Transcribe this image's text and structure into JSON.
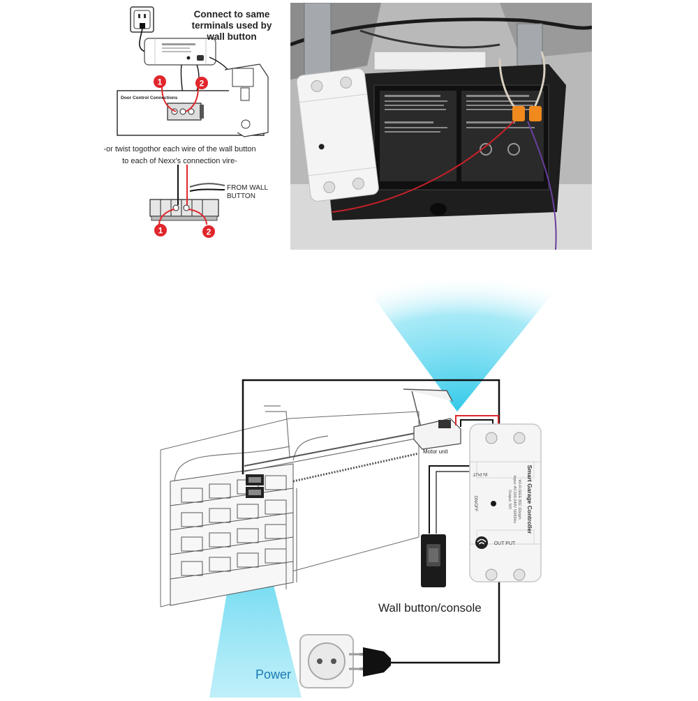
{
  "top_diagram": {
    "instruction_heading": "Connect to same terminals used by wall button",
    "instruction_lines": [
      "Connect to same",
      "terminals used by",
      "wall button"
    ],
    "alt_instruction_lines": [
      "-or twist togothor each wire of the wall button",
      "to each of Nexx's connection vire-"
    ],
    "from_wall_label_lines": [
      "FROM WALL",
      "BUTTON"
    ],
    "door_control_label": "Door Control Connections",
    "marker_1": "1",
    "marker_2": "2"
  },
  "device": {
    "title": "Smart Garage Controller",
    "input_label": "IN PUT",
    "output_label": "OUT PUT",
    "onoff_label": "ON/OFF",
    "spec_lines": [
      "Wi-Fi:IEEE 802.11b/g/n",
      "Input: AC100-240V 50/60Hz",
      "Output: NO"
    ]
  },
  "bottom_diagram": {
    "motor_unit_label": "Motor unit",
    "wall_button_label": "Wall button/console",
    "power_label": "Power"
  },
  "colors": {
    "accent_cyan": "#27c6e8",
    "power_text": "#1c79b5",
    "wire_red": "#d8262c",
    "marker_red": "#e0262c"
  }
}
